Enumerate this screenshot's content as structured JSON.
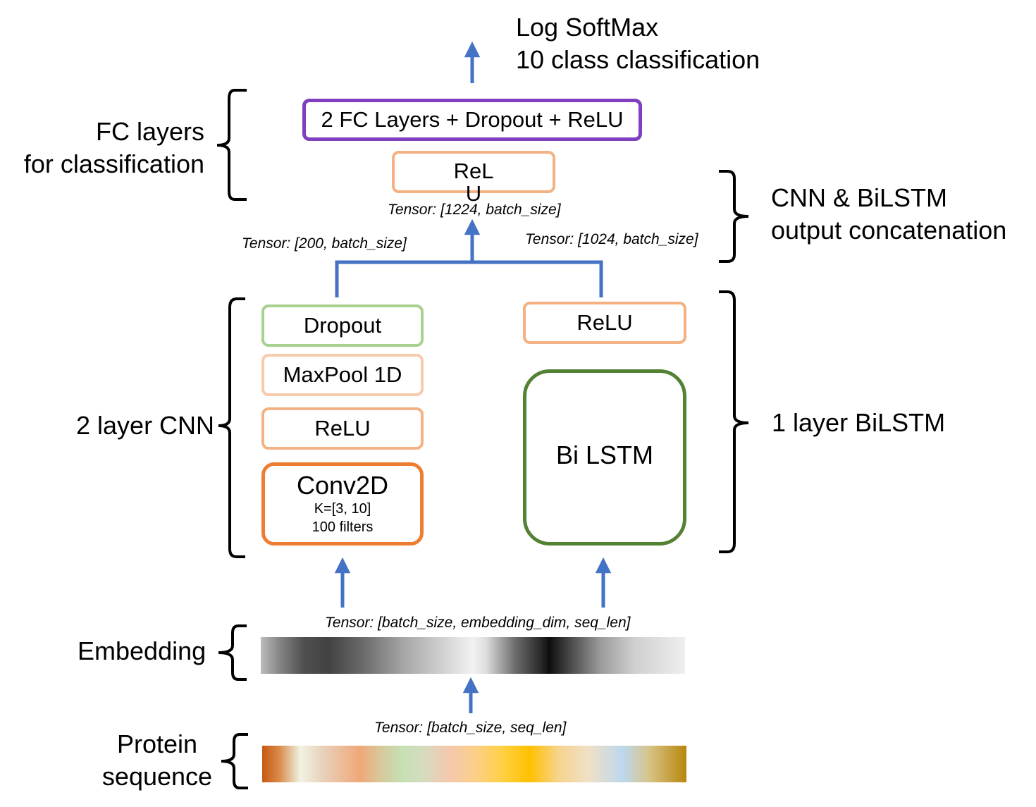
{
  "output": {
    "line1": "Log SoftMax",
    "line2": "10 class classification"
  },
  "fc": {
    "box_label": "2 FC Layers + Dropout + ReLU",
    "relu_line1": "ReL",
    "relu_line2": "U",
    "bracket_line1": "FC layers",
    "bracket_line2": "for classification"
  },
  "concat": {
    "tensor_out": "Tensor: [1224, batch_size]",
    "tensor_cnn": "Tensor: [200, batch_size]",
    "tensor_lstm": "Tensor: [1024, batch_size]",
    "bracket_line1": "CNN & BiLSTM",
    "bracket_line2": "output concatenation"
  },
  "cnn": {
    "dropout": "Dropout",
    "maxpool": "MaxPool 1D",
    "relu": "ReLU",
    "conv_title": "Conv2D",
    "conv_kernel": "K=[3, 10]",
    "conv_filters": "100 filters",
    "bracket_label": "2 layer CNN"
  },
  "lstm": {
    "relu": "ReLU",
    "bilstm": "Bi LSTM",
    "bracket_label": "1 layer BiLSTM"
  },
  "embedding": {
    "tensor": "Tensor: [batch_size, embedding_dim, seq_len]",
    "bracket_label": "Embedding"
  },
  "protein": {
    "tensor": "Tensor: [batch_size, seq_len]",
    "bracket_line1": "Protein",
    "bracket_line2": "sequence"
  },
  "colors": {
    "arrow": "#4472c4",
    "fc_border": "#7f3fbf",
    "relu_border": "#f4b183",
    "maxpool_border": "#f8cbad",
    "dropout_border": "#a9d18e",
    "conv_border": "#ed7d31",
    "lstm_border": "#548235"
  }
}
